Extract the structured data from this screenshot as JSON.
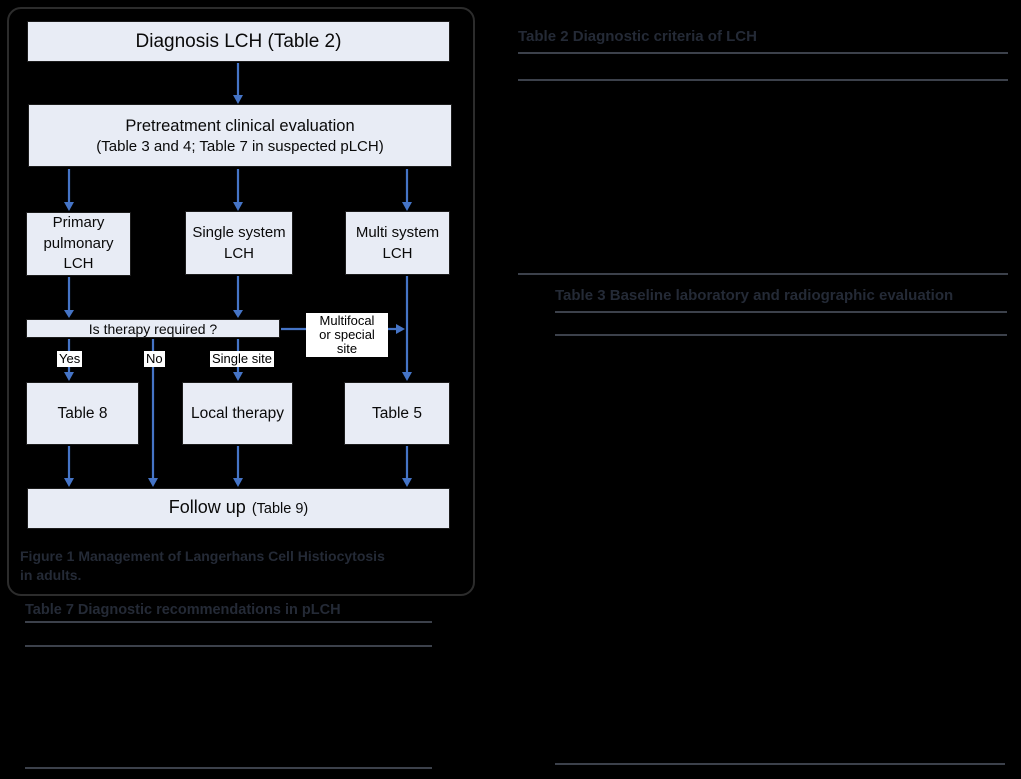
{
  "colors": {
    "background": "#000000",
    "panel_border": "#2c2c2c",
    "node_fill": "#e8ecf5",
    "node_border": "#1c1c1c",
    "node_text": "#0a0a0a",
    "arrow": "#4574c6",
    "label_bg": "#ffffff",
    "label_text": "#000000",
    "heading_text": "#242a36",
    "rule_line": "#3c414b"
  },
  "figure": {
    "caption": "Figure 1 Management of Langerhans Cell Histiocytosis\nin adults.",
    "flowchart": {
      "diagnosis": "Diagnosis LCH (Table 2)",
      "pretreatment_line1": "Pretreatment clinical evaluation",
      "pretreatment_line2": "(Table 3 and 4; Table 7 in suspected pLCH)",
      "primary_pulmonary": "Primary\npulmonary\nLCH",
      "single_system": "Single system\nLCH",
      "multi_system": "Multi system\nLCH",
      "therapy_question": "Is therapy required ?",
      "label_yes": "Yes",
      "label_no": "No",
      "label_single_site": "Single site",
      "label_multifocal": "Multifocal\nor special site",
      "table8": "Table 8",
      "local_therapy": "Local therapy",
      "table5": "Table 5",
      "followup_main": "Follow up",
      "followup_sub": "(Table 9)"
    }
  },
  "tables": {
    "table2": {
      "header": "Table 2 Diagnostic criteria of LCH"
    },
    "table3": {
      "header": "Table 3 Baseline laboratory and radiographic evaluation"
    },
    "table7": {
      "header": "Table 7 Diagnostic recommendations in pLCH"
    }
  }
}
